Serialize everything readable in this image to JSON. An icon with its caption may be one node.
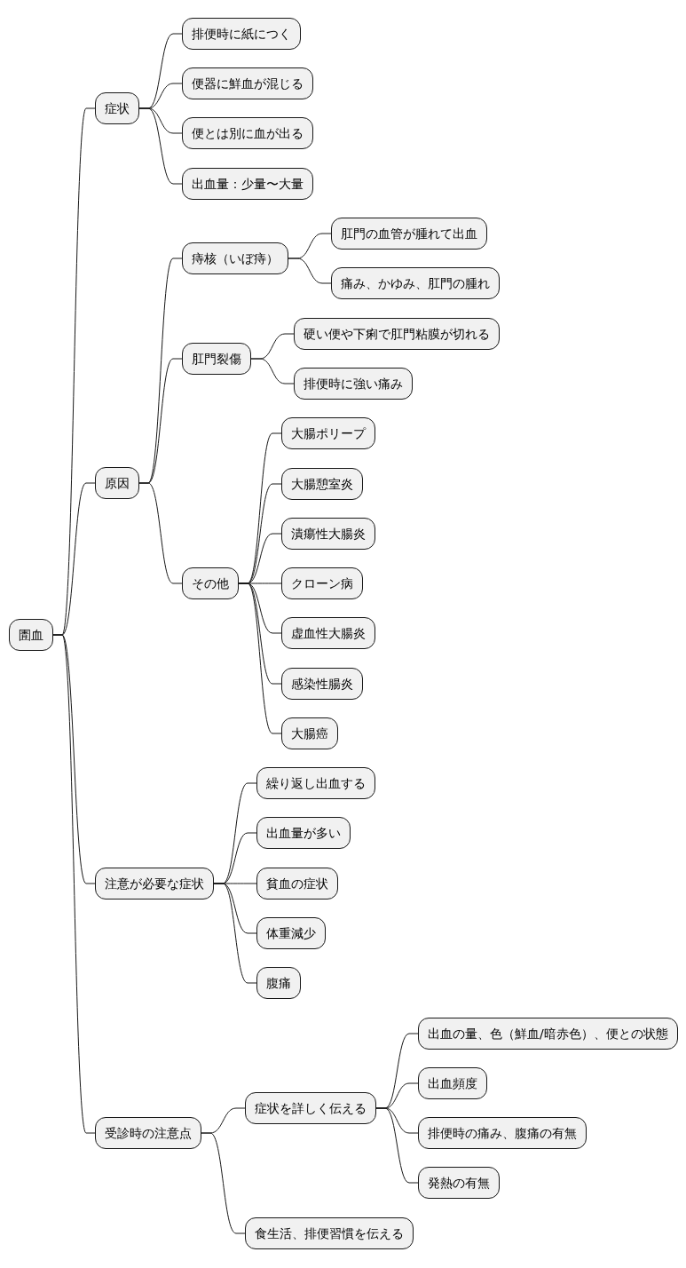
{
  "diagram": {
    "nodes": [
      {
        "text": [
          "圊血"
        ]
      },
      {
        "text": [
          "症状"
        ]
      },
      {
        "text": [
          "排便時に紙につく"
        ]
      },
      {
        "text": [
          "便器に鮮血が混じる"
        ]
      },
      {
        "text": [
          "便とは別に血が出る"
        ]
      },
      {
        "text": [
          "出血量：少量〜大量"
        ]
      },
      {
        "text": [
          "原因"
        ]
      },
      {
        "text": [
          "痔核（いぼ痔）"
        ]
      },
      {
        "text": [
          "肛門の血管が腫れて出血"
        ]
      },
      {
        "text": [
          "痛み、かゆみ、肛門の腫れ"
        ]
      },
      {
        "text": [
          "肛門裂傷"
        ]
      },
      {
        "text": [
          "硬い便や下痢で肛門粘膜が切れる"
        ]
      },
      {
        "text": [
          "排便時に強い痛み"
        ]
      },
      {
        "text": [
          "その他"
        ]
      },
      {
        "text": [
          "大腸ポリープ"
        ]
      },
      {
        "text": [
          "大腸憩室炎"
        ]
      },
      {
        "text": [
          "潰瘍性大腸炎"
        ]
      },
      {
        "text": [
          "クローン病"
        ]
      },
      {
        "text": [
          "虚血性大腸炎"
        ]
      },
      {
        "text": [
          "感染性腸炎"
        ]
      },
      {
        "text": [
          "大腸癌"
        ]
      },
      {
        "text": [
          "注意が必要な症状"
        ]
      },
      {
        "text": [
          "繰り返し出血する"
        ]
      },
      {
        "text": [
          "出血量が多い"
        ]
      },
      {
        "text": [
          "貧血の症状"
        ]
      },
      {
        "text": [
          "体重減少"
        ]
      },
      {
        "text": [
          "腹痛"
        ]
      },
      {
        "text": [
          "受診時の注意点"
        ]
      },
      {
        "text": [
          "症状を詳しく伝える"
        ]
      },
      {
        "text": [
          "出血の量、色（鮮血/暗赤色）、便との状態"
        ]
      },
      {
        "text": [
          "出血頻度"
        ]
      },
      {
        "text": [
          "排便時の痛み、腹痛の有無"
        ]
      },
      {
        "text": [
          "発熱の有無"
        ]
      },
      {
        "text": [
          "食生活、排便習慣を伝える"
        ]
      }
    ],
    "edges": [
      {
        "from": 0,
        "to": 1,
        "arrow": "none"
      },
      {
        "from": 1,
        "to": 2,
        "arrow": "none"
      },
      {
        "from": 1,
        "to": 3,
        "arrow": "none"
      },
      {
        "from": 1,
        "to": 4,
        "arrow": "none"
      },
      {
        "from": 1,
        "to": 5,
        "arrow": "none"
      },
      {
        "from": 0,
        "to": 6,
        "arrow": "none"
      },
      {
        "from": 6,
        "to": 7,
        "arrow": "none"
      },
      {
        "from": 7,
        "to": 8,
        "arrow": "none"
      },
      {
        "from": 7,
        "to": 9,
        "arrow": "none"
      },
      {
        "from": 6,
        "to": 10,
        "arrow": "none"
      },
      {
        "from": 10,
        "to": 11,
        "arrow": "none"
      },
      {
        "from": 10,
        "to": 12,
        "arrow": "none"
      },
      {
        "from": 6,
        "to": 13,
        "arrow": "none"
      },
      {
        "from": 13,
        "to": 14,
        "arrow": "none"
      },
      {
        "from": 13,
        "to": 15,
        "arrow": "none"
      },
      {
        "from": 13,
        "to": 16,
        "arrow": "none"
      },
      {
        "from": 13,
        "to": 17,
        "arrow": "none"
      },
      {
        "from": 13,
        "to": 18,
        "arrow": "none"
      },
      {
        "from": 13,
        "to": 19,
        "arrow": "none"
      },
      {
        "from": 13,
        "to": 20,
        "arrow": "none"
      },
      {
        "from": 0,
        "to": 21,
        "arrow": "none"
      },
      {
        "from": 21,
        "to": 22,
        "arrow": "none"
      },
      {
        "from": 21,
        "to": 23,
        "arrow": "none"
      },
      {
        "from": 21,
        "to": 24,
        "arrow": "none"
      },
      {
        "from": 21,
        "to": 25,
        "arrow": "none"
      },
      {
        "from": 21,
        "to": 26,
        "arrow": "none"
      },
      {
        "from": 0,
        "to": 27,
        "arrow": "none"
      },
      {
        "from": 27,
        "to": 28,
        "arrow": "none"
      },
      {
        "from": 28,
        "to": 29,
        "arrow": "none"
      },
      {
        "from": 28,
        "to": 30,
        "arrow": "none"
      },
      {
        "from": 28,
        "to": 31,
        "arrow": "none"
      },
      {
        "from": 28,
        "to": 32,
        "arrow": "none"
      },
      {
        "from": 27,
        "to": 33,
        "arrow": "none"
      }
    ]
  }
}
